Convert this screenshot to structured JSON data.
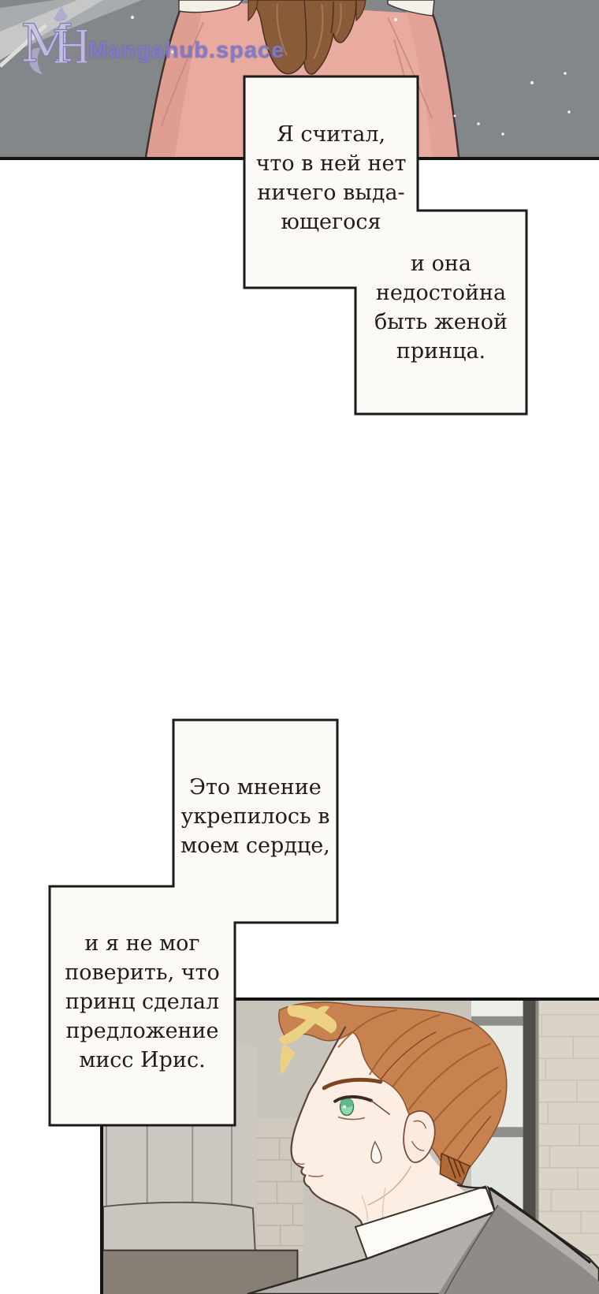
{
  "watermark": {
    "site_text": "Mangahub.space",
    "logo_m": "M",
    "logo_h": "H",
    "color": "#7d77bd"
  },
  "bubbles": [
    {
      "lines": [
        "Я считал,",
        "что в ней нет",
        "ничего выда-",
        "ющегося"
      ]
    },
    {
      "lines": [
        "и она",
        "недостойна",
        "быть женой",
        "принца."
      ]
    },
    {
      "lines": [
        "Это мнение",
        "укрепилось в",
        "моем сердце,"
      ]
    },
    {
      "lines": [
        "и я не мог",
        "поверить, что",
        "принц сделал",
        "предложение",
        "мисс Ирис."
      ]
    }
  ],
  "panels": {
    "top": {
      "description": "Woman in pink dress seen from behind against gray street",
      "background": "#848789",
      "dress_color": "#e9aba0",
      "hair_color": "#8a5b38"
    },
    "bottom": {
      "description": "Red-haired man in gray suit, left profile, sweat drop on cheek",
      "wall_color": "#c8c3bb",
      "hair_color": "#c8824f",
      "jacket_color": "#b3afaa",
      "tie_color": "#2a5a68"
    }
  },
  "bubble_style": {
    "fill": "#fcfaf6",
    "border": "#1a1a1a"
  }
}
